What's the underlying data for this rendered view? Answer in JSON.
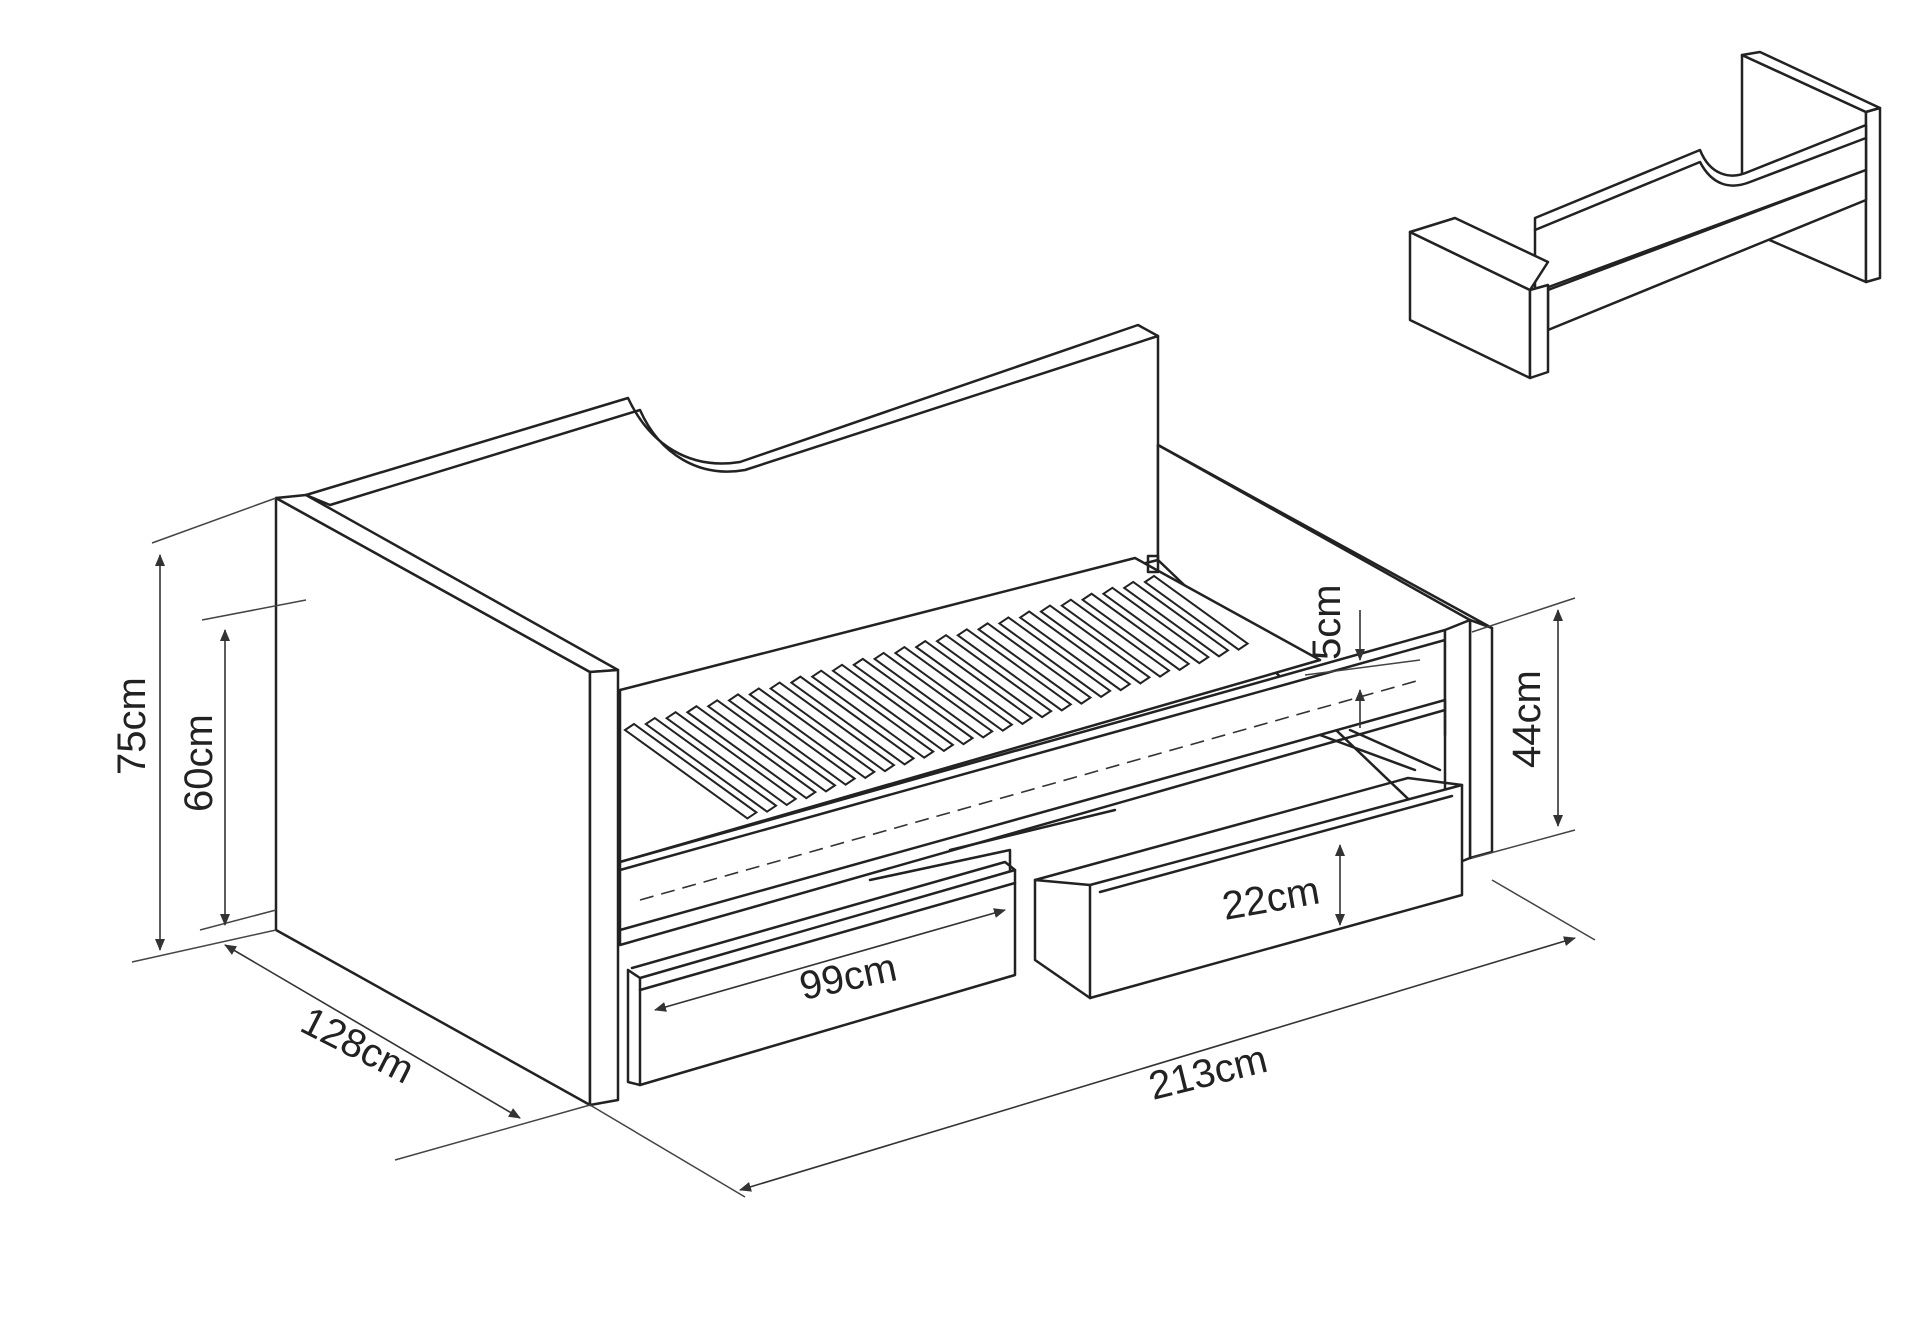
{
  "dimensions": {
    "total_height": "75cm",
    "side_height": "60cm",
    "mattress_gap": "5cm",
    "front_height": "44cm",
    "drawer_height": "22cm",
    "drawer_width": "99cm",
    "depth": "128cm",
    "length": "213cm"
  },
  "colors": {
    "line": "#222222",
    "background": "#ffffff"
  }
}
